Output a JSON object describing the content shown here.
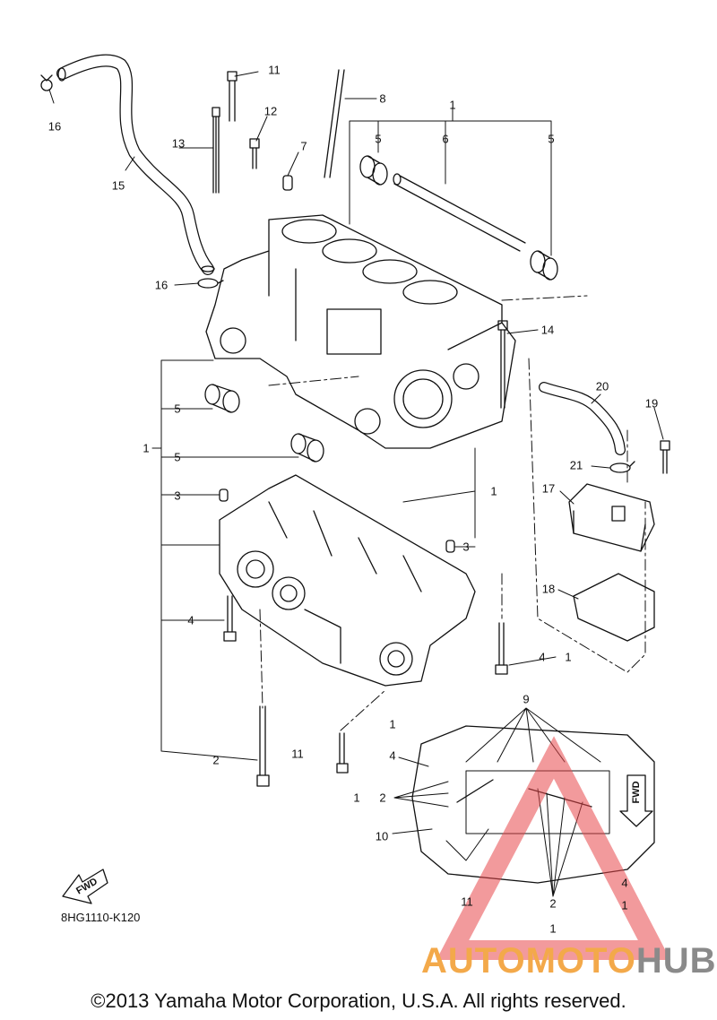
{
  "diagram": {
    "callouts": {
      "c1_top": "1",
      "c6": "6",
      "c5_a": "5",
      "c5_b": "5",
      "c8": "8",
      "c11_top": "11",
      "c12": "12",
      "c13": "13",
      "c7": "7",
      "c16_top": "16",
      "c15": "15",
      "c16_mid": "16",
      "c14": "14",
      "c5_c": "5",
      "c5_d": "5",
      "c1_left": "1",
      "c3_left": "3",
      "c1_mid": "1",
      "c3_right": "3",
      "c4_left": "4",
      "c2_left": "2",
      "c11_bot": "11",
      "c20": "20",
      "c19": "19",
      "c21": "21",
      "c17": "17",
      "c18": "18",
      "c4_right": "4",
      "c1_right": "1",
      "c9": "9",
      "c1_inset_a": "1",
      "c4_inset_a": "4",
      "c1_inset_b": "1",
      "c2_inset_a": "2",
      "c10": "10",
      "c11_inset": "11",
      "c2_inset_b": "2",
      "c1_inset_c": "1",
      "c4_inset_b": "4",
      "c1_inset_d": "1"
    },
    "fwd_label_left": "FWD",
    "fwd_label_right": "FWD",
    "catalog_code": "8HG1110-K120",
    "copyright": "©2013 Yamaha Motor Corporation, U.S.A. All rights reserved.",
    "watermark": {
      "part1": "AUTOMOTO",
      "part2": "HUB",
      "colors": {
        "orange": "#f3a94a",
        "gray": "#8a8a8a",
        "red": "#e8474b"
      }
    }
  }
}
